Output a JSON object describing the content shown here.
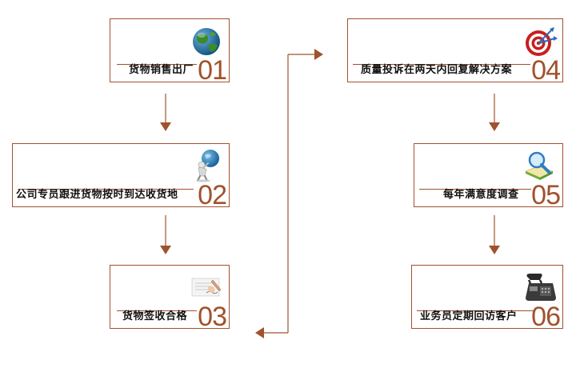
{
  "steps": [
    {
      "number": "01",
      "label": "货物销售出厂",
      "icon": "globe-icon"
    },
    {
      "number": "02",
      "label": "公司专员跟进货物按时到达收货地",
      "icon": "person-carrying-globe-icon"
    },
    {
      "number": "03",
      "label": "货物签收合格",
      "icon": "signing-document-icon"
    },
    {
      "number": "04",
      "label": "质量投诉在两天内回复解决方案",
      "icon": "target-with-darts-icon"
    },
    {
      "number": "05",
      "label": "每年满意度调查",
      "icon": "magnifier-on-book-icon"
    },
    {
      "number": "06",
      "label": "业务员定期回访客户",
      "icon": "telephone-icon"
    }
  ],
  "colors": {
    "accent": "#a0522d",
    "text": "#111111",
    "border": "#a0522d"
  }
}
